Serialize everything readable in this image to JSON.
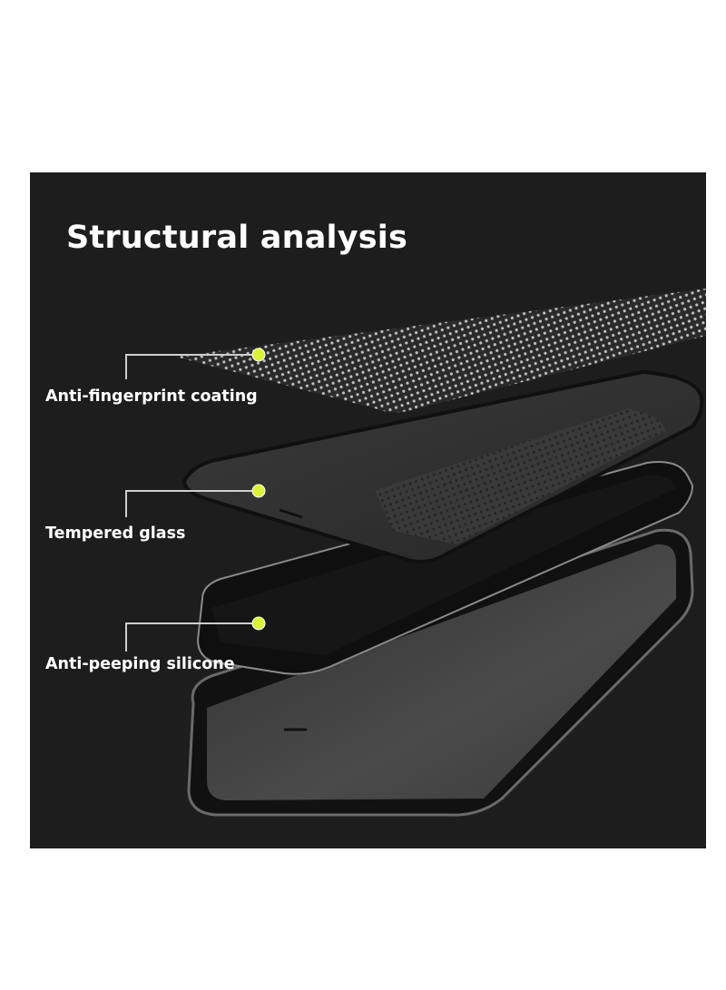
{
  "title": "Structural analysis",
  "labels": [
    {
      "text": "Anti-fingerprint coating"
    },
    {
      "text": "Tempered glass"
    },
    {
      "text": "Anti-peeping silicone"
    }
  ],
  "colors": {
    "background": "#1d1d1d",
    "marker": "#d9f23a",
    "text": "#ffffff",
    "leader_line": "#cfcfcf"
  }
}
